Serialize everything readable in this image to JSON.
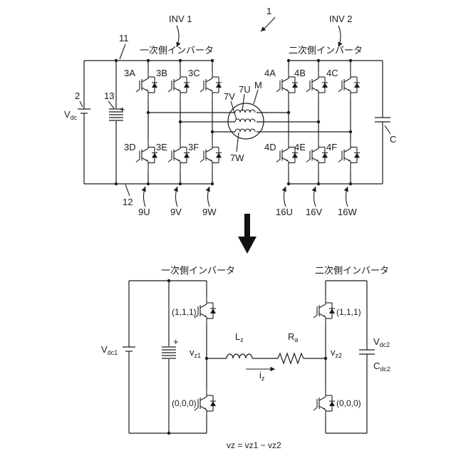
{
  "top": {
    "fig_number": "1",
    "inv1": "INV 1",
    "inv2": "INV 2",
    "primary_label": "一次側インバータ",
    "secondary_label": "二次側インバータ",
    "ref_11": "11",
    "ref_12": "12",
    "ref_2": "2",
    "ref_13": "13",
    "vdc": "V",
    "vdc_sub": "dc",
    "cap_c": "C",
    "motor_m": "M",
    "u": "7U",
    "v": "7V",
    "w": "7W",
    "sw_top_left": [
      "3A",
      "3B",
      "3C"
    ],
    "sw_bot_left": [
      "3D",
      "3E",
      "3F"
    ],
    "sw_top_right": [
      "4A",
      "4B",
      "4C"
    ],
    "sw_bot_right": [
      "4D",
      "4E",
      "4F"
    ],
    "legs_left": [
      "9U",
      "9V",
      "9W"
    ],
    "legs_right": [
      "16U",
      "16V",
      "16W"
    ],
    "plus": "+"
  },
  "bottom": {
    "primary_label": "一次側インバータ",
    "secondary_label": "二次側インバータ",
    "vdc1": "V",
    "vdc1_sub": "dc1",
    "vdc2": "V",
    "vdc2_sub": "dc2",
    "cdc2": "C",
    "cdc2_sub": "dc2",
    "state_high_left": "(1,1,1)",
    "state_low_left": "(0,0,0)",
    "state_high_right": "(1,1,1)",
    "state_low_right": "(0,0,0)",
    "vz1": "v",
    "vz1_sub": "z1",
    "vz2": "v",
    "vz2_sub": "z2",
    "lz": "L",
    "lz_sub": "z",
    "ra": "R",
    "ra_sub": "a",
    "iz": "i",
    "iz_sub": "z",
    "equation": "vz = vz1 − vz2",
    "plus": "+"
  },
  "colors": {
    "ink": "#1a1a1a",
    "background": "#ffffff"
  }
}
